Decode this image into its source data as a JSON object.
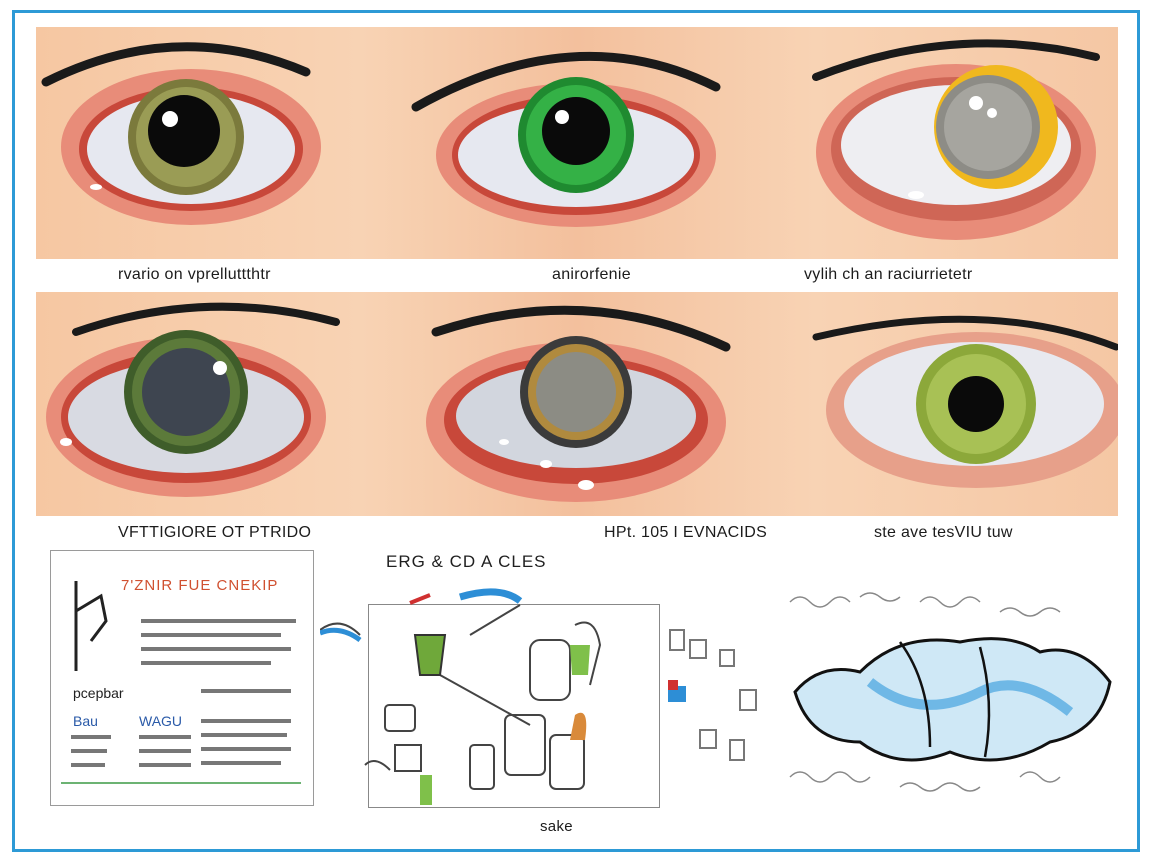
{
  "captions_top": [
    "rvario on vprelluttthtr",
    "anirorfenie",
    "vylih ch an raciurrietetr"
  ],
  "captions_bottom": [
    "VFTTIGIORE OT PTRIDO",
    "HPt. 105 I EVNACIDS",
    "ste ave tesVIU tuw"
  ],
  "diagram": {
    "heading": "ERG & CD A CLES",
    "doc_title": "7'ZNIR FUE  CNEKIP",
    "doc_label": "pcepbar",
    "doc_sub1": "Bau",
    "doc_sub2": "WAGU",
    "footer": "sake"
  },
  "colors": {
    "frame": "#2d9ad6",
    "skin": "#f6c7a2",
    "iris_olive": "#7b7a3c",
    "iris_green": "#2fa33a",
    "iris_cataract": "#9a9a95",
    "iris_dark_green": "#3f5d2a",
    "iris_amber": "#b08a3e",
    "iris_light_green": "#8ca83a"
  },
  "icons": [
    "eye-icon",
    "cup-icon",
    "bottle-icon",
    "hand-icon",
    "wave-shape-icon"
  ]
}
